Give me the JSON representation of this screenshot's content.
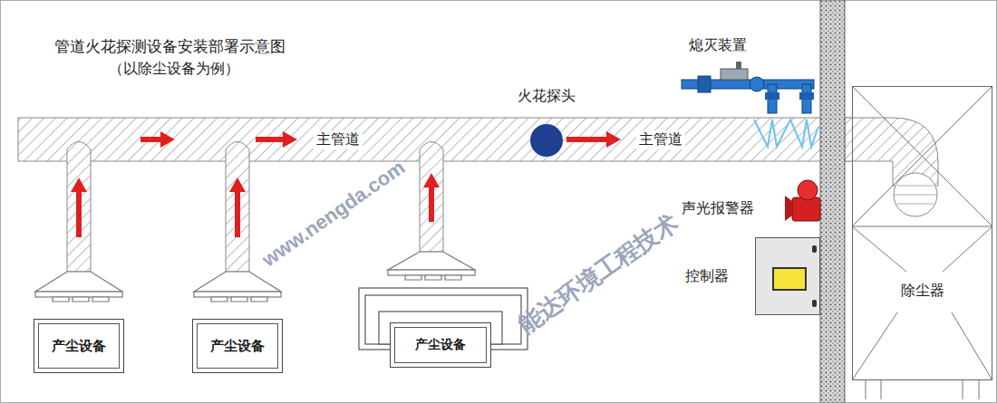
{
  "diagram": {
    "title": "管道火花探测设备安装部署示意图",
    "nodes": [
      {
        "text": [
          "产尘设备"
        ]
      },
      {
        "text": [
          "产尘设备"
        ]
      },
      {
        "text": [
          "产尘设备"
        ]
      },
      {
        "text": [
          "火花探头"
        ]
      },
      {
        "text": [
          "控制器"
        ]
      },
      {
        "text": [
          "除尘器"
        ]
      }
    ],
    "labels": [
      "（以除尘设备为例）",
      "主管道",
      "主管道",
      "熄灭装置",
      "声光报警器",
      "能达环境工程技术",
      "www.nengda.com"
    ]
  }
}
